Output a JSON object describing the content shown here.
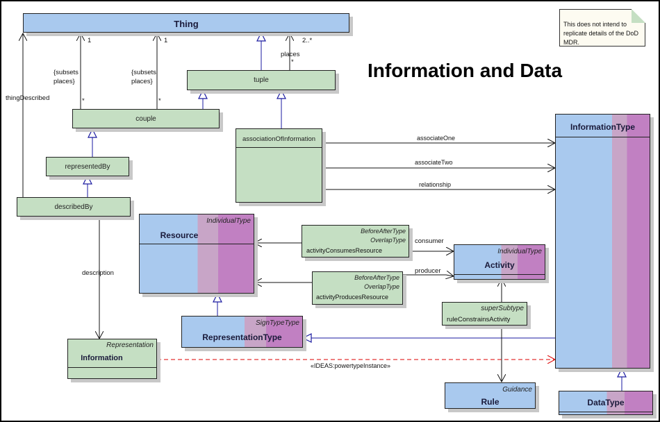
{
  "title": "Information and Data",
  "note": "This does not intend to replicate details of the DoD MDR.",
  "classes": {
    "thing": {
      "name": "Thing"
    },
    "tuple": {
      "name": "tuple"
    },
    "couple": {
      "name": "couple"
    },
    "association_of_information": {
      "name": "associationOfInformation"
    },
    "represented_by": {
      "name": "representedBy"
    },
    "described_by": {
      "name": "describedBy"
    },
    "information_type": {
      "name": "InformationType"
    },
    "resource": {
      "name": "Resource",
      "stereotype": "IndividualType"
    },
    "activity_consumes_resource": {
      "name": "activityConsumesResource",
      "stereotypes": [
        "BeforeAfterType",
        "OverlapType"
      ]
    },
    "activity_produces_resource": {
      "name": "activityProducesResource",
      "stereotypes": [
        "BeforeAfterType",
        "OverlapType"
      ]
    },
    "activity": {
      "name": "Activity",
      "stereotype": "IndividualType"
    },
    "rule_constrains_activity": {
      "name": "ruleConstrainsActivity",
      "stereotype": "superSubtype"
    },
    "representation_type": {
      "name": "RepresentationType",
      "stereotype": "SignTypeType"
    },
    "information": {
      "name": "Information",
      "stereotype": "Representation"
    },
    "rule": {
      "name": "Rule",
      "stereotype": "Guidance"
    },
    "data_type": {
      "name": "DataType"
    }
  },
  "labels": {
    "thing_described": "thingDescribed",
    "subsets_places_1": "{subsets\nplaces}",
    "subsets_places_2": "{subsets\nplaces}",
    "mult_one_a": "1",
    "mult_one_b": "1",
    "mult_star_a": "*",
    "mult_star_b": "*",
    "mult_two_many": "2..*",
    "places": "places",
    "places_star": "*",
    "associate_one": "associateOne",
    "associate_two": "associateTwo",
    "relationship": "relationship",
    "consumer": "consumer",
    "producer": "producer",
    "description": "description",
    "powertype_instance": "«IDEAS:powertypeInstance»"
  }
}
